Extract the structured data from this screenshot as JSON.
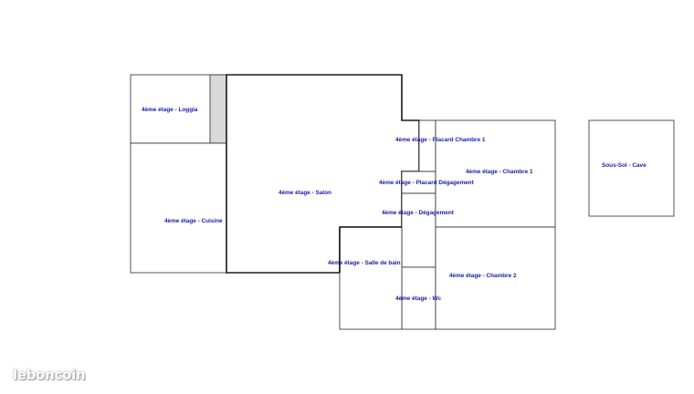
{
  "rooms": {
    "loggia": "4ème étage - Loggia",
    "cuisine": "4ème étage - Cuisine",
    "salon": "4ème étage - Salon",
    "placard_chambre1": "4ème étage - Placard Chambre 1",
    "placard_degagement": "4ème étage - Placard Dégagement",
    "degagement": "4ème étage - Dégagement",
    "chambre1": "4ème étage - Chambre 1",
    "salle_de_bain": "4ème étage - Salle de bain",
    "wc": "4ème étage - Wc",
    "chambre2": "4ème étage - Chambre 2",
    "cave": "Sous-Sol - Cave"
  },
  "watermark": "leboncoin",
  "colors": {
    "label": "#1a1aa8",
    "wall": "#1a1a1a",
    "shaded": "#d9d9d9"
  }
}
